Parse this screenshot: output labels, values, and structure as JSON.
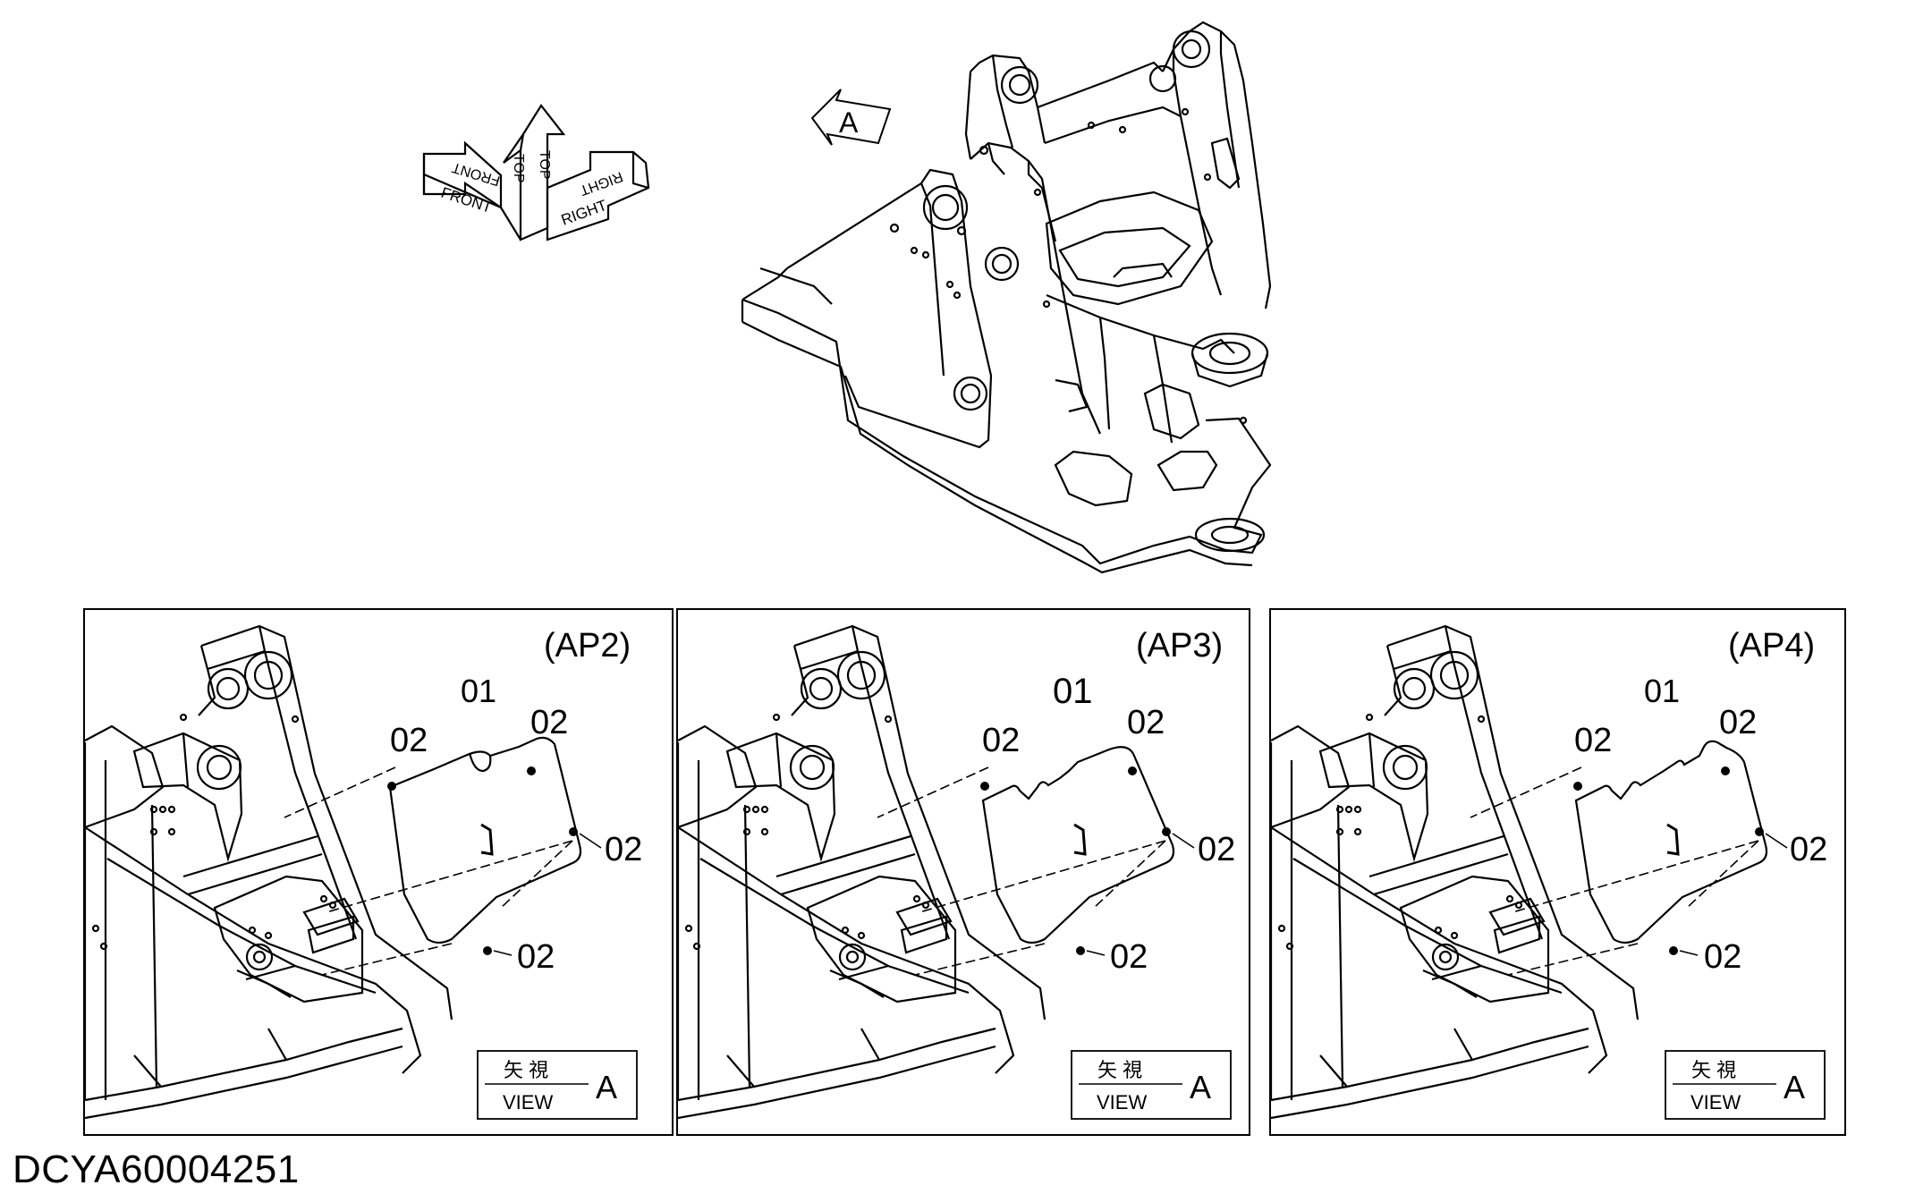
{
  "orientation": {
    "front": "FRONT",
    "top": "TOP",
    "right": "RIGHT"
  },
  "main_view": {
    "view_marker": "A"
  },
  "panels": [
    {
      "tag": "(AP2)",
      "callouts": {
        "c01": "01",
        "c02_left": "02",
        "c02_top": "02",
        "c02_right": "02",
        "c02_bottom": "02"
      },
      "view_box": {
        "kanji": "矢 視",
        "view": "VIEW",
        "letter": "A"
      }
    },
    {
      "tag": "(AP3)",
      "callouts": {
        "c01": "01",
        "c02_left": "02",
        "c02_top": "02",
        "c02_right": "02",
        "c02_bottom": "02"
      },
      "view_box": {
        "kanji": "矢 視",
        "view": "VIEW",
        "letter": "A"
      }
    },
    {
      "tag": "(AP4)",
      "callouts": {
        "c01": "01",
        "c02_left": "02",
        "c02_top": "02",
        "c02_right": "02",
        "c02_bottom": "02"
      },
      "view_box": {
        "kanji": "矢 視",
        "view": "VIEW",
        "letter": "A"
      }
    }
  ],
  "doc_code": "DCYA60004251"
}
